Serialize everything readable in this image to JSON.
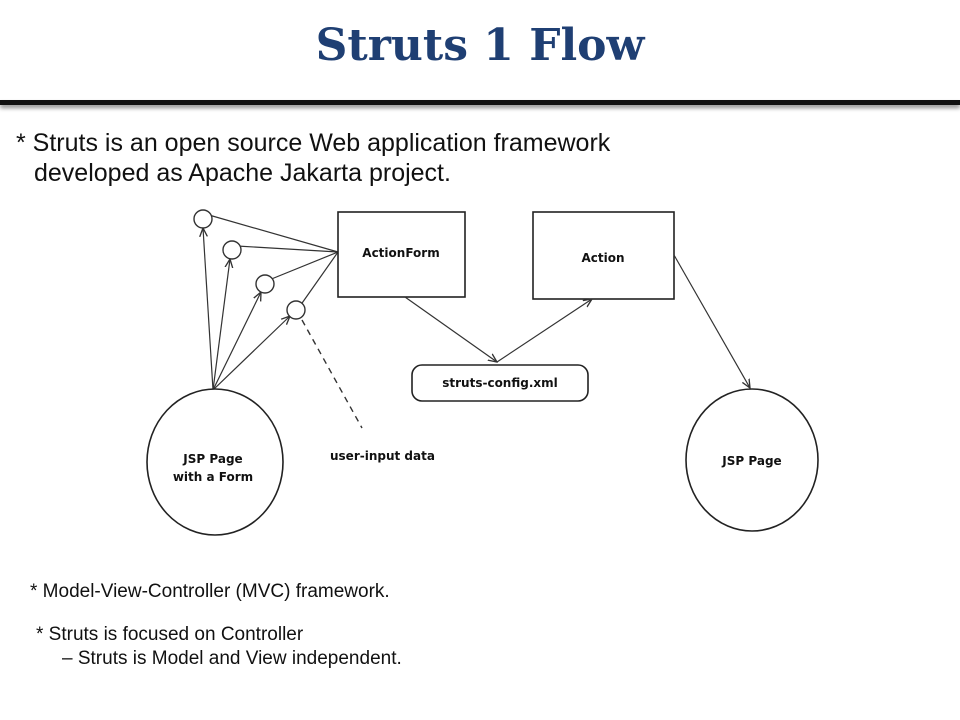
{
  "slide": {
    "title": "Struts 1 Flow"
  },
  "intro": {
    "line1": "* Struts is an open source Web application framework",
    "line2": "developed as Apache Jakarta project."
  },
  "diagram": {
    "actionform": "ActionForm",
    "action": "Action",
    "struts_config": "struts-config.xml",
    "jsp_form_line1": "JSP Page",
    "jsp_form_line2": "with a Form",
    "jsp_page": "JSP Page",
    "user_input": "user-input data"
  },
  "notes": {
    "mvc": "* Model-View-Controller (MVC) framework.",
    "controller": "* Struts is focused on Controller",
    "independent": "– Struts is Model and View independent."
  }
}
